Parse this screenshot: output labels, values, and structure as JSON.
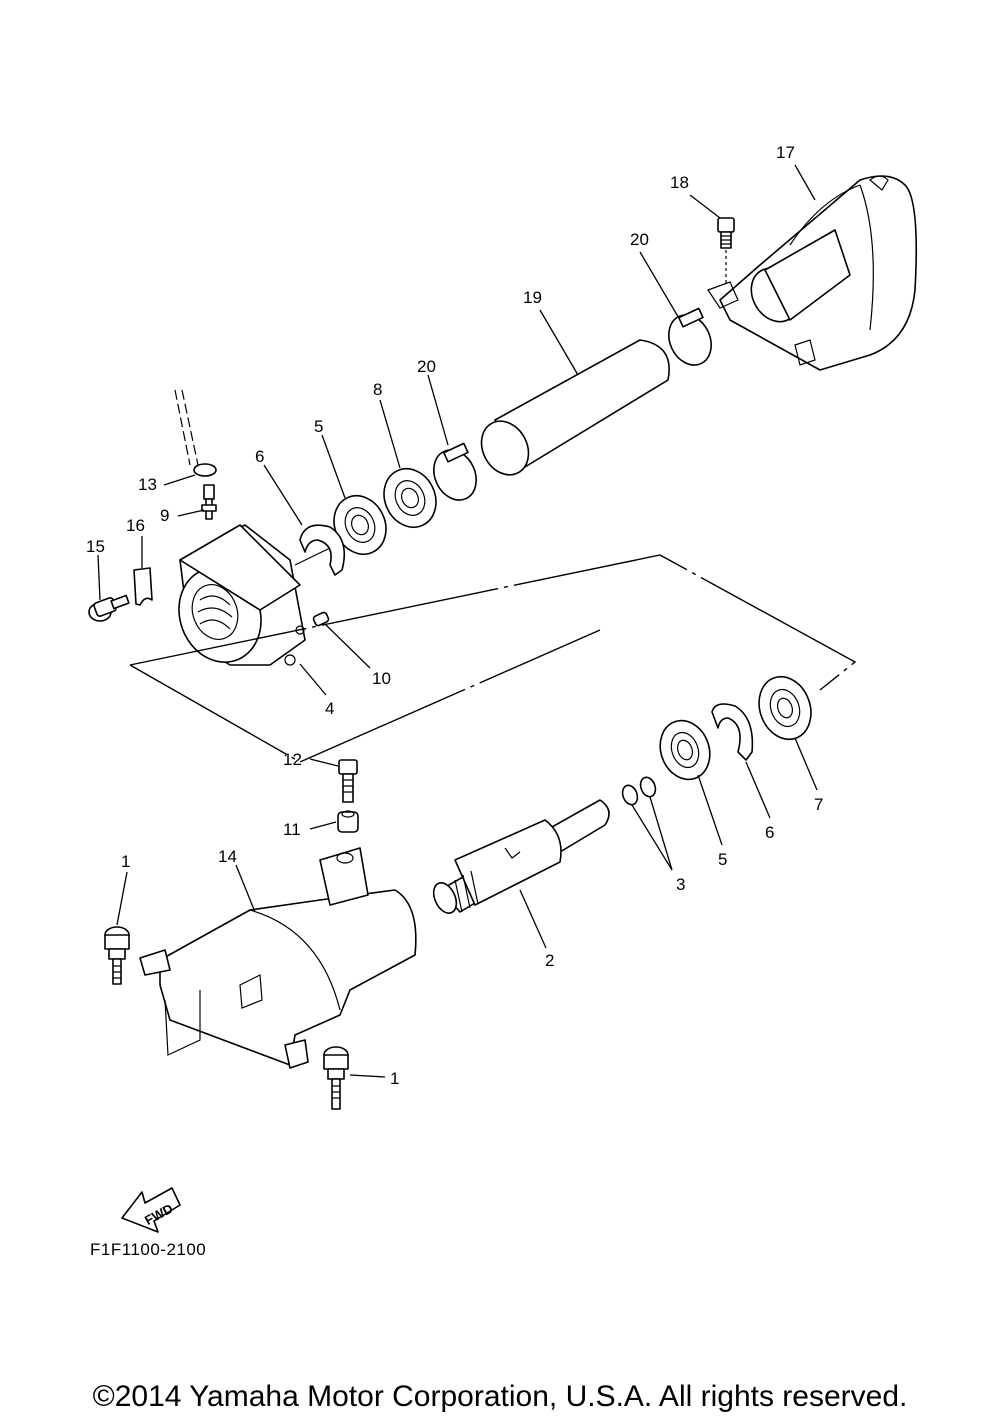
{
  "callouts": {
    "c1a": "1",
    "c1b": "1",
    "c2": "2",
    "c3": "3",
    "c4": "4",
    "c5a": "5",
    "c5b": "5",
    "c6a": "6",
    "c6b": "6",
    "c7": "7",
    "c8": "8",
    "c9": "9",
    "c10": "10",
    "c11": "11",
    "c12": "12",
    "c13": "13",
    "c14": "14",
    "c15": "15",
    "c16": "16",
    "c17": "17",
    "c18": "18",
    "c19": "19",
    "c20a": "20",
    "c20b": "20"
  },
  "fwd_label": "FWD",
  "figure_code": "F1F1100-2100",
  "copyright": "©2014 Yamaha Motor Corporation, U.S.A. All rights reserved."
}
